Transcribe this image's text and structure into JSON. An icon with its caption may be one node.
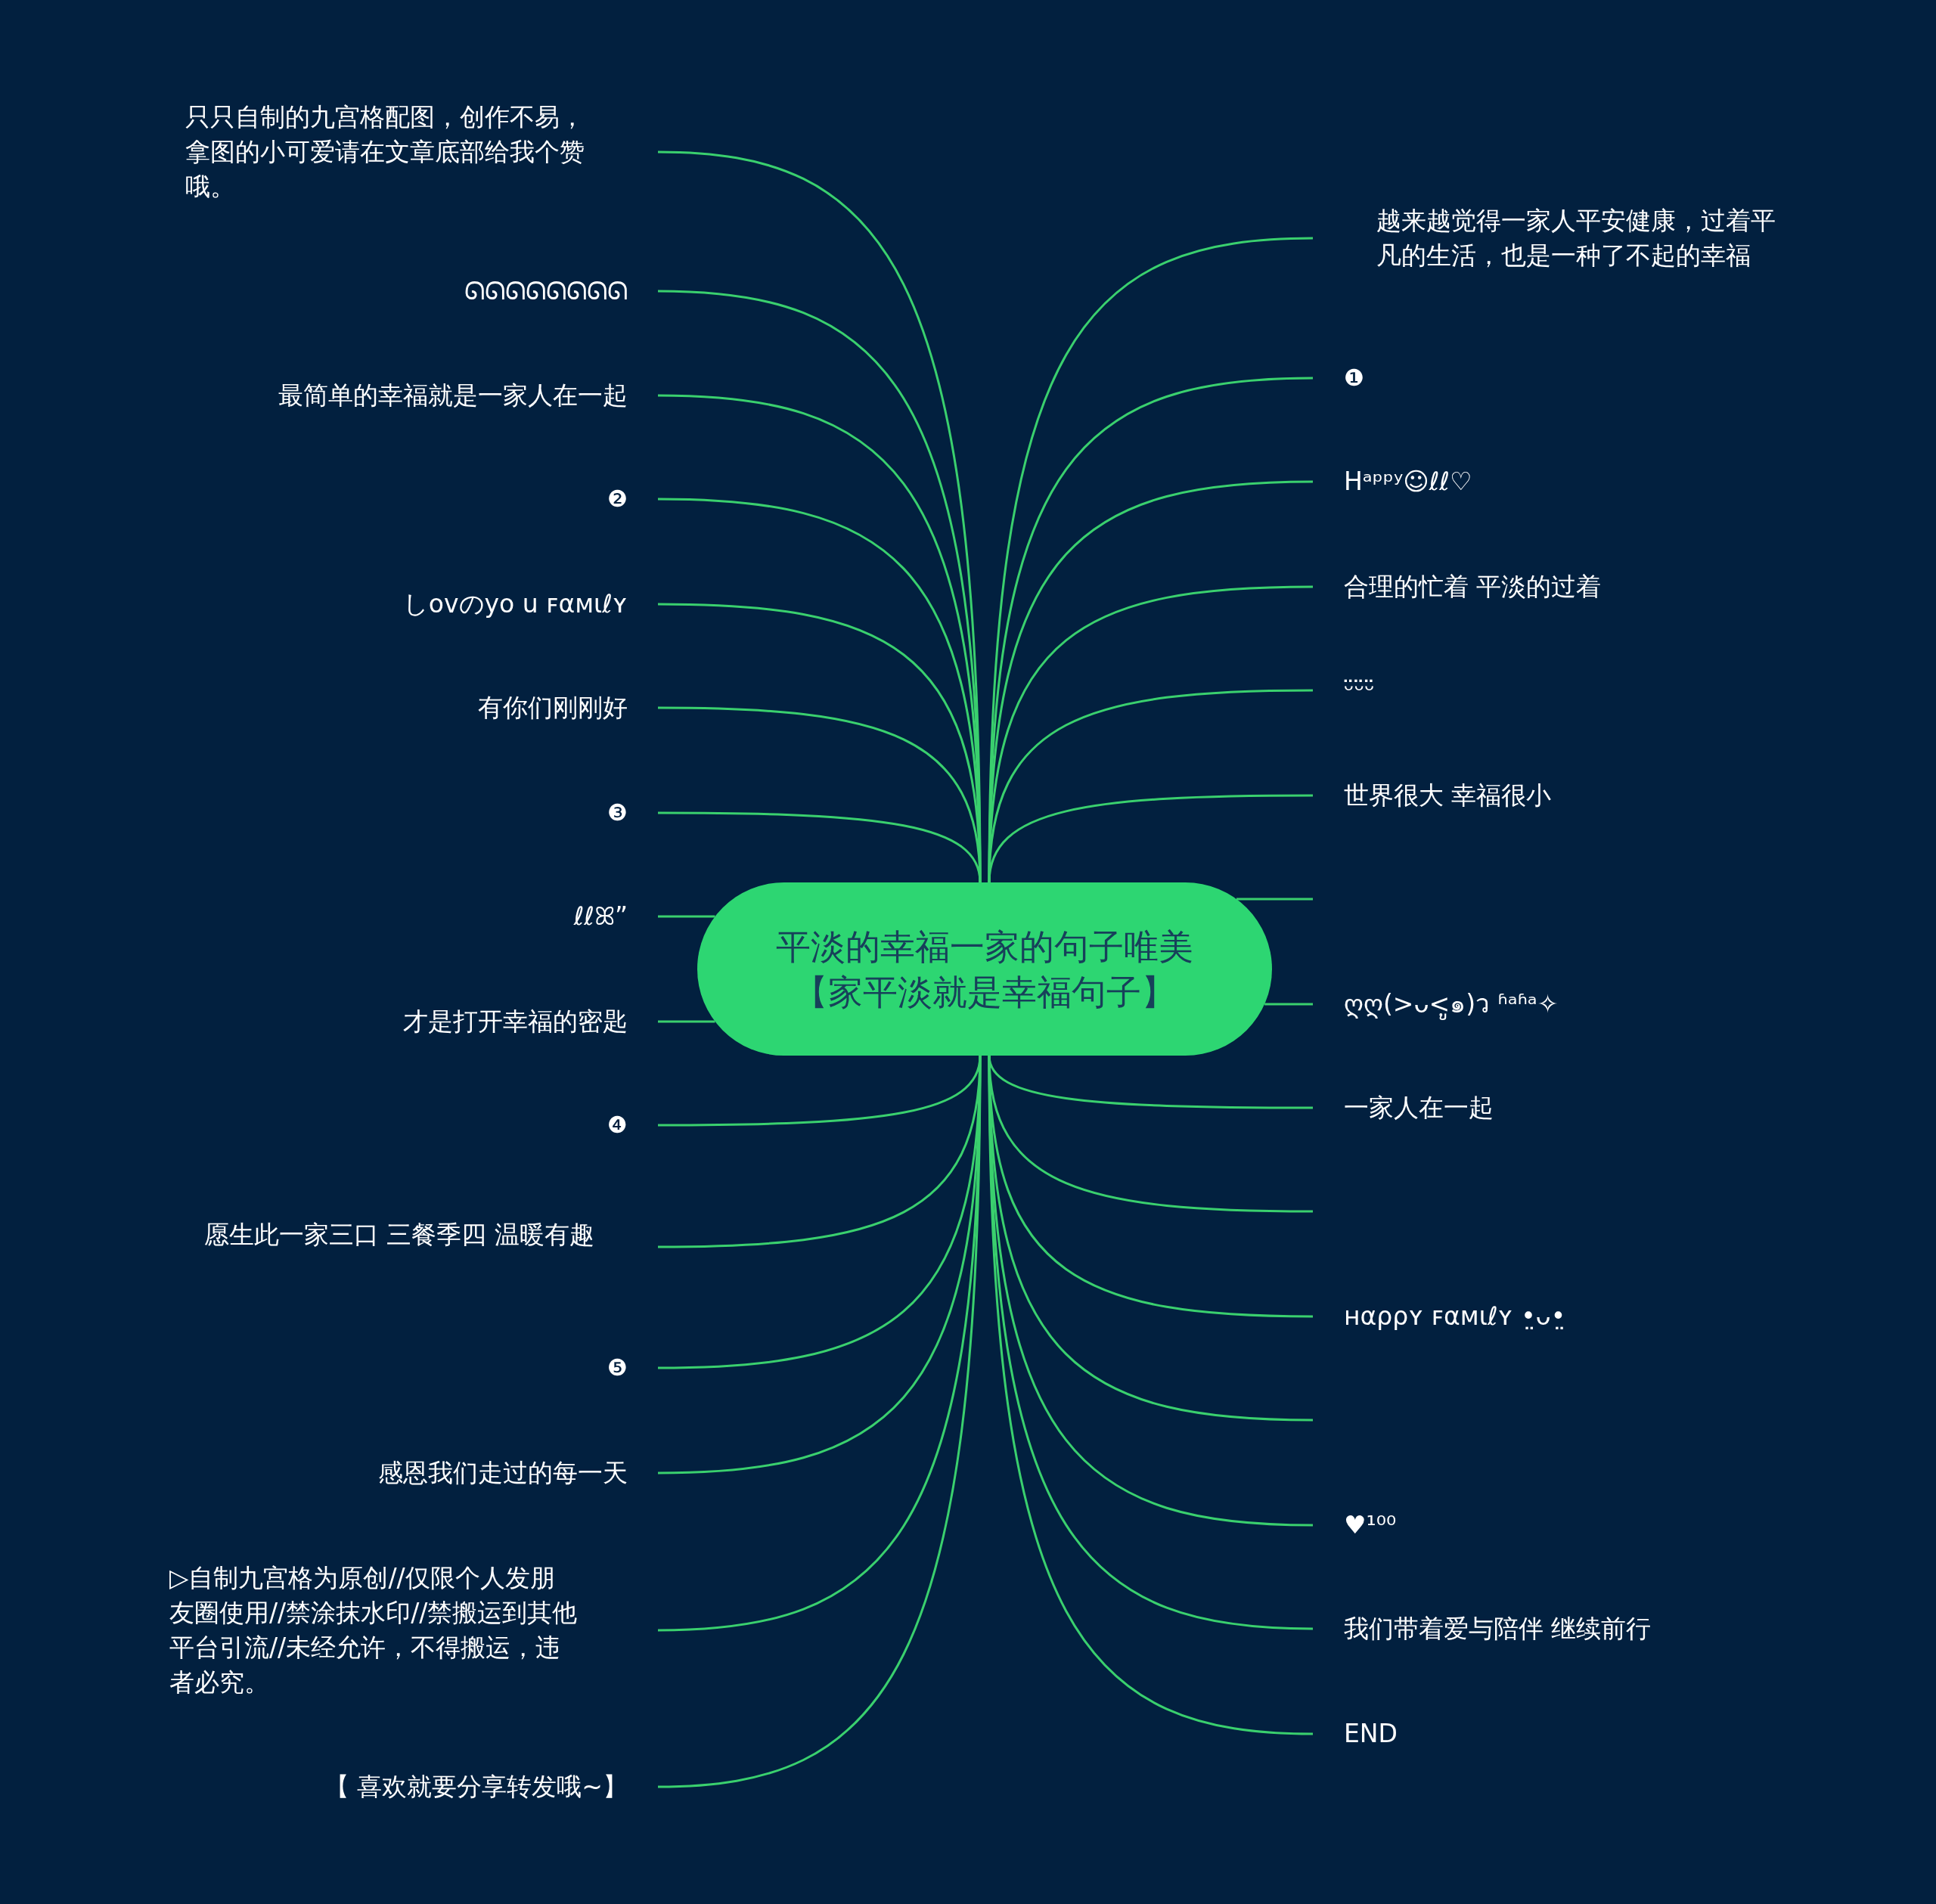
{
  "diagram": {
    "nodes": [
      {
        "text": [
          "平淡的幸福一家的句子唯美【家平淡就是幸福句子】"
        ]
      },
      {
        "text": [
          "只只自制的九宫格配图，创作不易，拿图的小可爱请在文章底部给我个赞哦。"
        ]
      },
      {
        "text": [
          "ᘏᘏᘏᘏᘏᘏᘏᘏ"
        ]
      },
      {
        "text": [
          "最简单的幸福就是一家人在一起"
        ]
      },
      {
        "text": [
          "❷"
        ]
      },
      {
        "text": [
          "しovのyo u ꜰαмιℓʏ"
        ]
      },
      {
        "text": [
          "有你们刚刚好"
        ]
      },
      {
        "text": [
          "❸"
        ]
      },
      {
        "text": [
          "ℓℓꕤ”"
        ]
      },
      {
        "text": [
          "才是打开幸福的密匙"
        ]
      },
      {
        "text": [
          "❹"
        ]
      },
      {
        "text": [
          "愿生此一家三口 三餐季四 温暖有趣"
        ]
      },
      {
        "text": [
          "❺"
        ]
      },
      {
        "text": [
          "感恩我们走过的每一天"
        ]
      },
      {
        "text": [
          "▷自制九宫格为原创//仅限个人发朋友圈使用//禁涂抹水印//禁搬运到其他平台引流//未经允许，不得搬运，违者必究。"
        ]
      },
      {
        "text": [
          "【 喜欢就要分享转发哦~】"
        ]
      },
      {
        "text": [
          "越来越觉得一家人平安健康，过着平凡的生活，也是一种了不起的幸福"
        ]
      },
      {
        "text": [
          "❶"
        ]
      },
      {
        "text": [
          "Hᵃᵖᵖʸ☺ℓℓ♡"
        ]
      },
      {
        "text": [
          "合理的忙着 平淡的过着"
        ]
      },
      {
        "text": [
          "ᵕ̈ᵕ̈ᵕ̈"
        ]
      },
      {
        "text": [
          "世界很大 幸福很小"
        ]
      },
      {
        "text": [
          "ღღ(>ᴗ<ູ๑)ว ʱᵃʱᵃ✧"
        ]
      },
      {
        "text": [
          "一家人在一起"
        ]
      },
      {
        "text": [
          "ʜαρρʏ ꜰαмιℓʏ •̤ᴗ•̤"
        ]
      },
      {
        "text": [
          "♥¹⁰⁰"
        ]
      },
      {
        "text": [
          "我们带着爱与陪伴 继续前行"
        ]
      },
      {
        "text": [
          "END"
        ]
      }
    ],
    "edges": [
      {
        "from": 0,
        "to": 1,
        "arrow": "none"
      },
      {
        "from": 0,
        "to": 2,
        "arrow": "none"
      },
      {
        "from": 0,
        "to": 3,
        "arrow": "none"
      },
      {
        "from": 0,
        "to": 4,
        "arrow": "none"
      },
      {
        "from": 0,
        "to": 5,
        "arrow": "none"
      },
      {
        "from": 0,
        "to": 6,
        "arrow": "none"
      },
      {
        "from": 0,
        "to": 7,
        "arrow": "none"
      },
      {
        "from": 0,
        "to": 8,
        "arrow": "none"
      },
      {
        "from": 0,
        "to": 9,
        "arrow": "none"
      },
      {
        "from": 0,
        "to": 10,
        "arrow": "none"
      },
      {
        "from": 0,
        "to": 11,
        "arrow": "none"
      },
      {
        "from": 0,
        "to": 12,
        "arrow": "none"
      },
      {
        "from": 0,
        "to": 13,
        "arrow": "none"
      },
      {
        "from": 0,
        "to": 14,
        "arrow": "none"
      },
      {
        "from": 0,
        "to": 15,
        "arrow": "none"
      },
      {
        "from": 0,
        "to": 16,
        "arrow": "none"
      },
      {
        "from": 0,
        "to": 17,
        "arrow": "none"
      },
      {
        "from": 0,
        "to": 18,
        "arrow": "none"
      },
      {
        "from": 0,
        "to": 19,
        "arrow": "none"
      },
      {
        "from": 0,
        "to": 20,
        "arrow": "none"
      },
      {
        "from": 0,
        "to": 21,
        "arrow": "none"
      },
      {
        "from": 0,
        "to": null,
        "arrow": "none"
      },
      {
        "from": 0,
        "to": 22,
        "arrow": "none"
      },
      {
        "from": 0,
        "to": 23,
        "arrow": "none"
      },
      {
        "from": 0,
        "to": null,
        "arrow": "none"
      },
      {
        "from": 0,
        "to": 24,
        "arrow": "none"
      },
      {
        "from": 0,
        "to": null,
        "arrow": "none"
      },
      {
        "from": 0,
        "to": 25,
        "arrow": "none"
      },
      {
        "from": 0,
        "to": 26,
        "arrow": "none"
      },
      {
        "from": 0,
        "to": 27,
        "arrow": "none"
      }
    ]
  }
}
